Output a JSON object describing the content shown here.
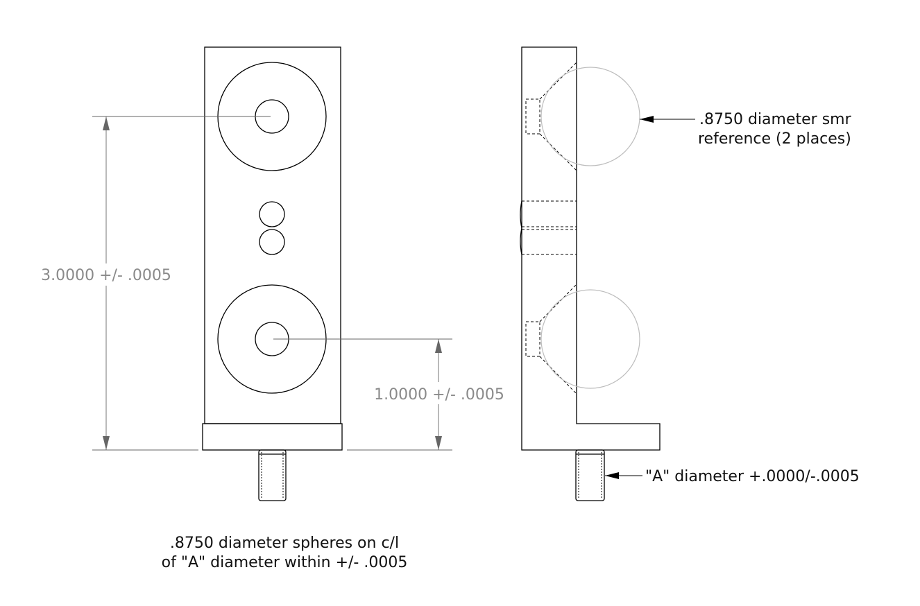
{
  "dimensions": {
    "overall": "3.0000 +/- .0005",
    "lower": "1.0000 +/- .0005"
  },
  "callouts": {
    "smr_line1": ".8750 diameter smr",
    "smr_line2": "reference (2 places)",
    "a_diameter": "\"A\" diameter +.0000/-.0005"
  },
  "notes": {
    "line1": ".8750 diameter spheres on c/l",
    "line2": "of \"A\" diameter within +/- .0005"
  }
}
